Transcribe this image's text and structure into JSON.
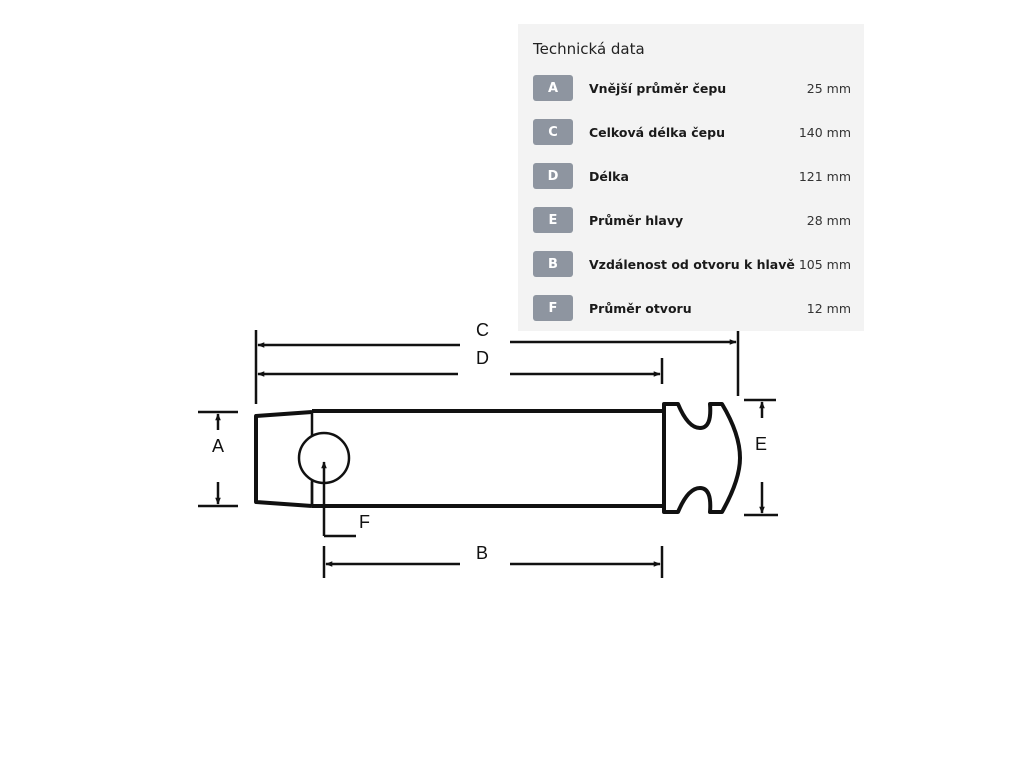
{
  "diagram": {
    "labels": {
      "A": "A",
      "B": "B",
      "C": "C",
      "D": "D",
      "E": "E",
      "F": "F"
    }
  },
  "panel": {
    "title": "Technická data",
    "rows": [
      {
        "key": "A",
        "label": "Vnější průměr čepu",
        "value": "25 mm"
      },
      {
        "key": "C",
        "label": "Celková délka čepu",
        "value": "140 mm"
      },
      {
        "key": "D",
        "label": "Délka",
        "value": "121 mm"
      },
      {
        "key": "E",
        "label": "Průměr hlavy",
        "value": "28 mm"
      },
      {
        "key": "B",
        "label": "Vzdálenost od otvoru k hlavě",
        "value": "105 mm"
      },
      {
        "key": "F",
        "label": "Průměr otvoru",
        "value": "12 mm"
      }
    ]
  }
}
